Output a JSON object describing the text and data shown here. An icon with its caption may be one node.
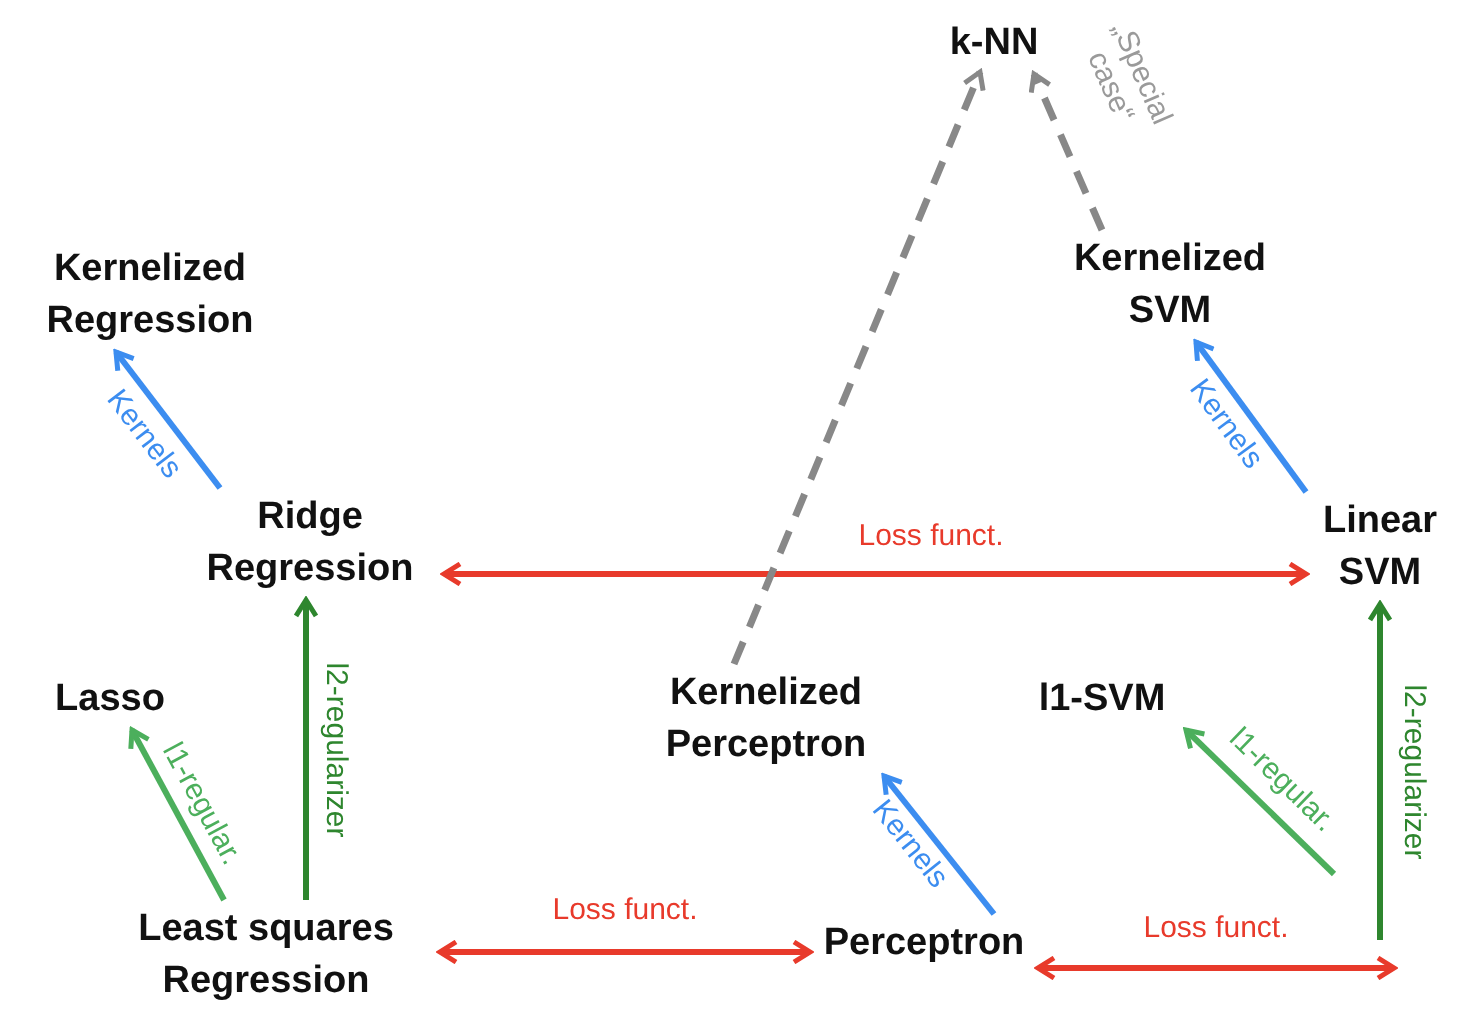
{
  "diagram": {
    "nodes": [
      {
        "text": [
          "k-NN"
        ]
      },
      {
        "text": [
          "Kernelized SVM"
        ]
      },
      {
        "text": [
          "Kernelized Regression"
        ]
      },
      {
        "text": [
          "Ridge Regression"
        ]
      },
      {
        "text": [
          "Linear SVM"
        ]
      },
      {
        "text": [
          "Lasso"
        ]
      },
      {
        "text": [
          "Kernelized Perceptron"
        ]
      },
      {
        "text": [
          "l1-SVM"
        ]
      },
      {
        "text": [
          "Least squares Regression"
        ]
      },
      {
        "text": [
          "Perceptron"
        ]
      }
    ],
    "edges": [
      {
        "from": 3,
        "to": 2,
        "arrow": "to",
        "label": "Kernels",
        "color": "#3c8df0"
      },
      {
        "from": 3,
        "to": 4,
        "arrow": "both",
        "label": "Loss funct.",
        "color": "#e83a2b"
      },
      {
        "from": 4,
        "to": 1,
        "arrow": "to",
        "label": "Kernels",
        "color": "#3c8df0"
      },
      {
        "from": 8,
        "to": 5,
        "arrow": "to",
        "label": "l1-regular.",
        "color": "#4caf5c"
      },
      {
        "from": 8,
        "to": 3,
        "arrow": "to",
        "label": "l2-regularizer",
        "color": "#2e862e"
      },
      {
        "from": 8,
        "to": 9,
        "arrow": "both",
        "label": "Loss funct.",
        "color": "#e83a2b"
      },
      {
        "from": 9,
        "to": 6,
        "arrow": "to",
        "label": "Kernels",
        "color": "#3c8df0"
      },
      {
        "from": 6,
        "to": 0,
        "arrow": "to",
        "style": "dashed",
        "color": "#888888"
      },
      {
        "from": 1,
        "to": 0,
        "arrow": "to",
        "label": "„Special case“",
        "style": "dashed",
        "color": "#888888"
      },
      {
        "from": 9,
        "to": null,
        "arrow": "both",
        "label": "Loss funct.",
        "color": "#e83a2b"
      },
      {
        "from": null,
        "to": 4,
        "arrow": "to",
        "label": "l2-regularizer",
        "color": "#2e862e"
      },
      {
        "from": null,
        "to": 7,
        "arrow": "to",
        "label": "l1-regular.",
        "color": "#4caf5c"
      }
    ]
  }
}
